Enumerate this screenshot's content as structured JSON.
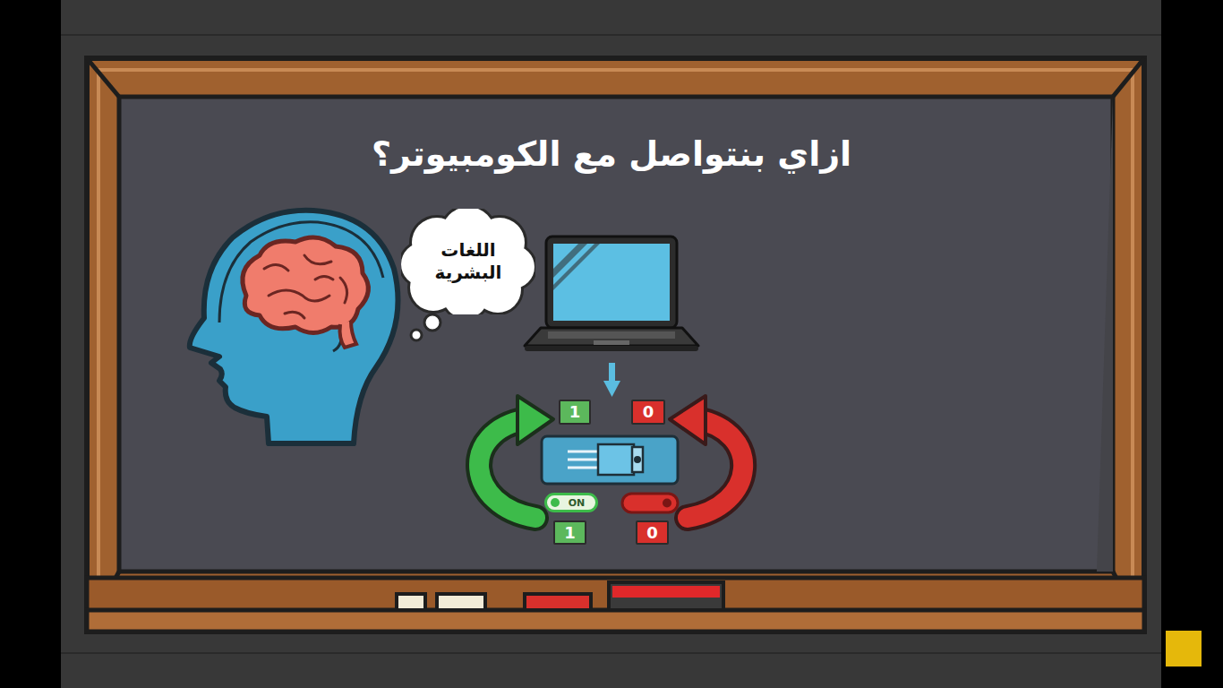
{
  "diagram": {
    "title": "ازاي بنتواصل مع الكومبيوتر؟",
    "nodes": [
      {
        "text": [
          "اللغات البشرية"
        ]
      },
      {
        "text": [
          "1"
        ]
      },
      {
        "text": [
          "0"
        ]
      },
      {
        "text": [
          "ON"
        ]
      },
      {
        "text": [
          "1"
        ]
      },
      {
        "text": [
          "0"
        ]
      }
    ]
  }
}
